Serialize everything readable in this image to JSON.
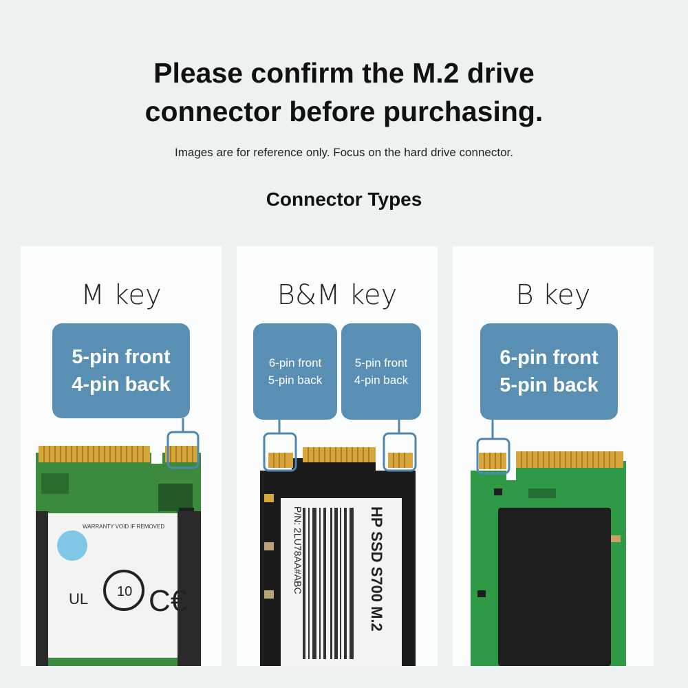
{
  "header": {
    "title_line1": "Please confirm the M.2 drive",
    "title_line2": "connector before purchasing.",
    "note": "Images are for reference only. Focus on the hard drive connector.",
    "section": "Connector Types"
  },
  "panels": [
    {
      "title": "M key",
      "callouts": [
        {
          "line1": "5-pin front",
          "line2": "4-pin back"
        }
      ],
      "label_text": "WARRANTY VOID IF REMOVED"
    },
    {
      "title": "B&M key",
      "callouts": [
        {
          "line1": "6-pin front",
          "line2": "5-pin back"
        },
        {
          "line1": "5-pin front",
          "line2": "4-pin back"
        }
      ],
      "label_text": "HP SSD S700 M.2",
      "label_pn": "P/N: 2LU78AA#ABC"
    },
    {
      "title": "B key",
      "callouts": [
        {
          "line1": "6-pin front",
          "line2": "5-pin back"
        }
      ]
    }
  ],
  "colors": {
    "callout": "#5a8fb4",
    "pcb_green": "#2f8a45",
    "pcb_black": "#1a1a1a",
    "gold": "#d3a33a"
  }
}
